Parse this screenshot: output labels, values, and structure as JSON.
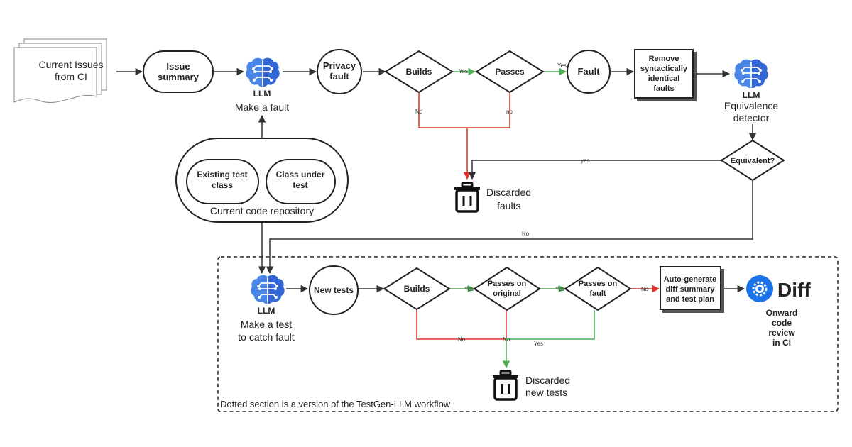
{
  "colors": {
    "llm_blue": "#4a86e8",
    "llm_blue_dark": "#3367d6",
    "yes_green": "#4caf50",
    "no_red": "#e0302a",
    "line": "#333333",
    "diff_blue": "#1a73e8"
  },
  "icons": {
    "llm": "brain-icon",
    "trash": "trash-icon",
    "diff": "gear-icon"
  },
  "nodes": {
    "issues": [
      "Current Issues",
      "from CI"
    ],
    "issue_summary": [
      "Issue",
      "summary"
    ],
    "llm_fault": {
      "title": "LLM",
      "caption": "Make a fault"
    },
    "privacy_fault": [
      "Privacy",
      "fault"
    ],
    "builds_top": "Builds",
    "passes_top": "Passes",
    "fault": "Fault",
    "remove": [
      "Remove",
      "syntactically",
      "identical",
      "faults"
    ],
    "llm_equiv": {
      "title": "LLM",
      "caption": [
        "Equivalence",
        "detector"
      ]
    },
    "equivalent": "Equivalent?",
    "discarded_faults": [
      "Discarded",
      "faults"
    ],
    "existing_test": [
      "Existing test",
      "class"
    ],
    "class_under_test": [
      "Class under",
      "test"
    ],
    "repo": "Current code repository",
    "llm_test": {
      "title": "LLM",
      "caption": [
        "Make a test",
        "to catch fault"
      ]
    },
    "new_tests": "New tests",
    "builds_bottom": "Builds",
    "passes_original": [
      "Passes on",
      "original"
    ],
    "passes_fault": [
      "Passes on",
      "fault"
    ],
    "autogen": [
      "Auto-generate",
      "diff summary",
      "and test plan"
    ],
    "diff": {
      "name": "Diff",
      "caption": [
        "Onward",
        "code",
        "review",
        "in CI"
      ]
    },
    "discarded_tests": [
      "Discarded",
      "new tests"
    ]
  },
  "edge_labels": {
    "builds_yes": "Yes",
    "passes_yes": "Yes",
    "builds_no": "No",
    "passes_no": "no",
    "equiv_yes": "yes",
    "equiv_no": "No",
    "b2_yes": "Yes",
    "po_yes": "Yes",
    "pf_no": "No",
    "b2_no": "No",
    "po_no": "No",
    "pf_yes": "Yes"
  },
  "footer_note": "Dotted section is a version of the TestGen-LLM workflow"
}
